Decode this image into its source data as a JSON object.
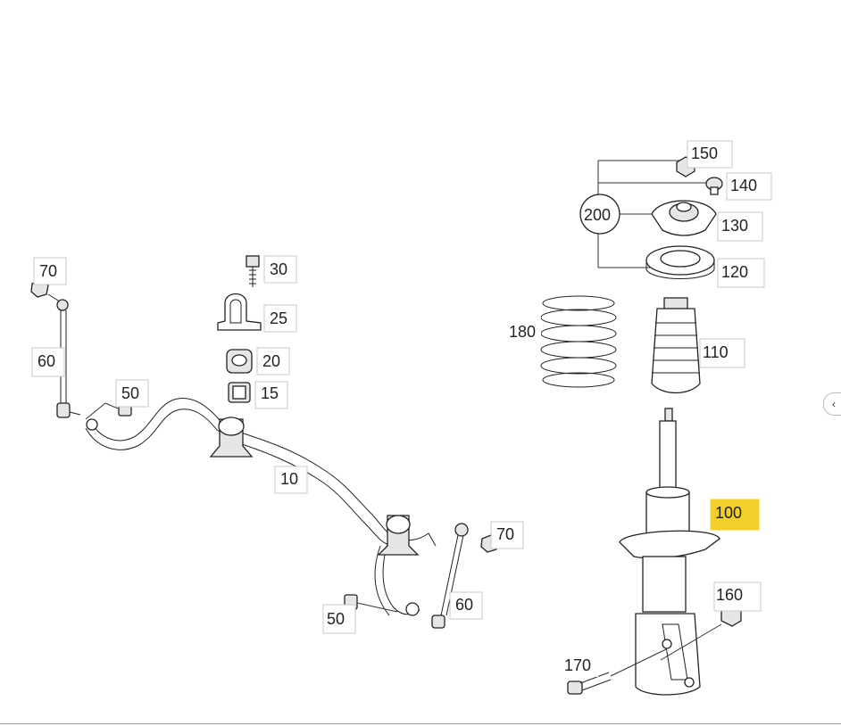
{
  "diagram": {
    "callouts": {
      "p10": "10",
      "p15": "15",
      "p20": "20",
      "p25": "25",
      "p30": "30",
      "p50_left": "50",
      "p50_right": "50",
      "p60_left": "60",
      "p60_right": "60",
      "p70_left": "70",
      "p70_right": "70",
      "p100": "100",
      "p110": "110",
      "p120": "120",
      "p130": "130",
      "p140": "140",
      "p150": "150",
      "p160": "160",
      "p170": "170",
      "p180": "180",
      "p200": "200"
    },
    "highlight_color": "#f2cf2a",
    "edge_handle_glyph": "‹"
  }
}
